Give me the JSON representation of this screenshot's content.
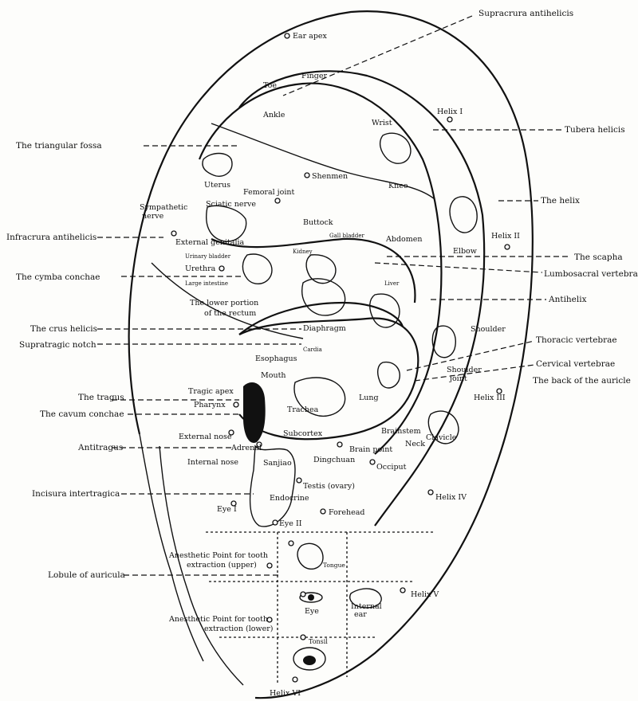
{
  "external_labels": {
    "supracrura": "Supracrura antihelicis",
    "tubera": "Tubera helicis",
    "helix": "The helix",
    "scapha": "The scapha",
    "lumbosacral": "Lumbosacral vertebrae.",
    "antihelix": "Antihelix",
    "thoracic": "Thoracic vertebrae",
    "cervical": "Cervical vertebrae",
    "back_auricle": "The back of the auricle",
    "triangular_fossa": "The triangular fossa",
    "infracrura": "Infracrura antihelicis",
    "cymba": "The cymba conchae",
    "crus_helicis": "The crus helicis",
    "supratragic": "Supratragic notch",
    "tragus": "The tragus",
    "cavum": "The cavum conchae",
    "antitragus": "Antitragus",
    "incisura": "Incisura intertragica",
    "lobule": "Lobule of auricula"
  },
  "points": {
    "ear_apex": "Ear apex",
    "finger": "Finger",
    "toe": "Toe",
    "ankle": "Ankle",
    "helix1": "Helix I",
    "wrist": "Wrist",
    "shenmen": "Shenmen",
    "knee": "Knee",
    "uterus": "Uterus",
    "femoral": "Femoral joint",
    "sympathetic": "Sympathetic",
    "nerve": "nerve",
    "sciatic": "Sciatic nerve",
    "buttock": "Buttock",
    "gall": "Gall bladder",
    "abdomen": "Abdomen",
    "helix2": "Helix II",
    "elbow": "Elbow",
    "external_genitalia": "External genitalia",
    "urinary_bladder": "Urinary bladder",
    "kidney": "Kidney",
    "urethra": "Urethra",
    "large_intestine": "Large intestine",
    "lower_portion": "The lower portion",
    "of_rectum": "of the rectum",
    "liver": "Liver",
    "diaphragm": "Diaphragm",
    "shoulder": "Shoulder",
    "cardia": "Cardia",
    "esophagus": "Esophagus",
    "mouth": "Mouth",
    "shoulder_joint": "Shoulder",
    "joint": "joint",
    "helix3": "Helix III",
    "tragic_apex": "Tragic apex",
    "pharynx": "Pharynx",
    "trachea": "Trachea",
    "lung": "Lung",
    "external_nose": "External nose",
    "adrenal": "Adrenal",
    "subcortex": "Subcortex",
    "brainstem": "Brainstem",
    "neck": "Neck",
    "clavicle": "Clavicle",
    "internal_nose": "Internal nose",
    "sanjiao": "Sanjiao",
    "dingchuan": "Dingchuan",
    "brain_point": "Brain point",
    "occiput": "Occiput",
    "testis": "Testis (ovary)",
    "helix4": "Helix IV",
    "endocrine": "Endocrine",
    "eye1": "Eye I",
    "eye2": "Eye II",
    "forehead": "Forehead",
    "anesthetic_upper_1": "Anesthetic Point for tooth",
    "anesthetic_upper_2": "extraction (upper)",
    "tongue": "Tongue",
    "helix5": "Helix V",
    "internal_ear_1": "Internal",
    "internal_ear_2": "ear",
    "eye": "Eye",
    "anesthetic_lower_1": "Anesthetic Point for tooth",
    "anesthetic_lower_2": "extraction (lower)",
    "tonsil": "Tonsil",
    "helix6": "Helix VI"
  }
}
